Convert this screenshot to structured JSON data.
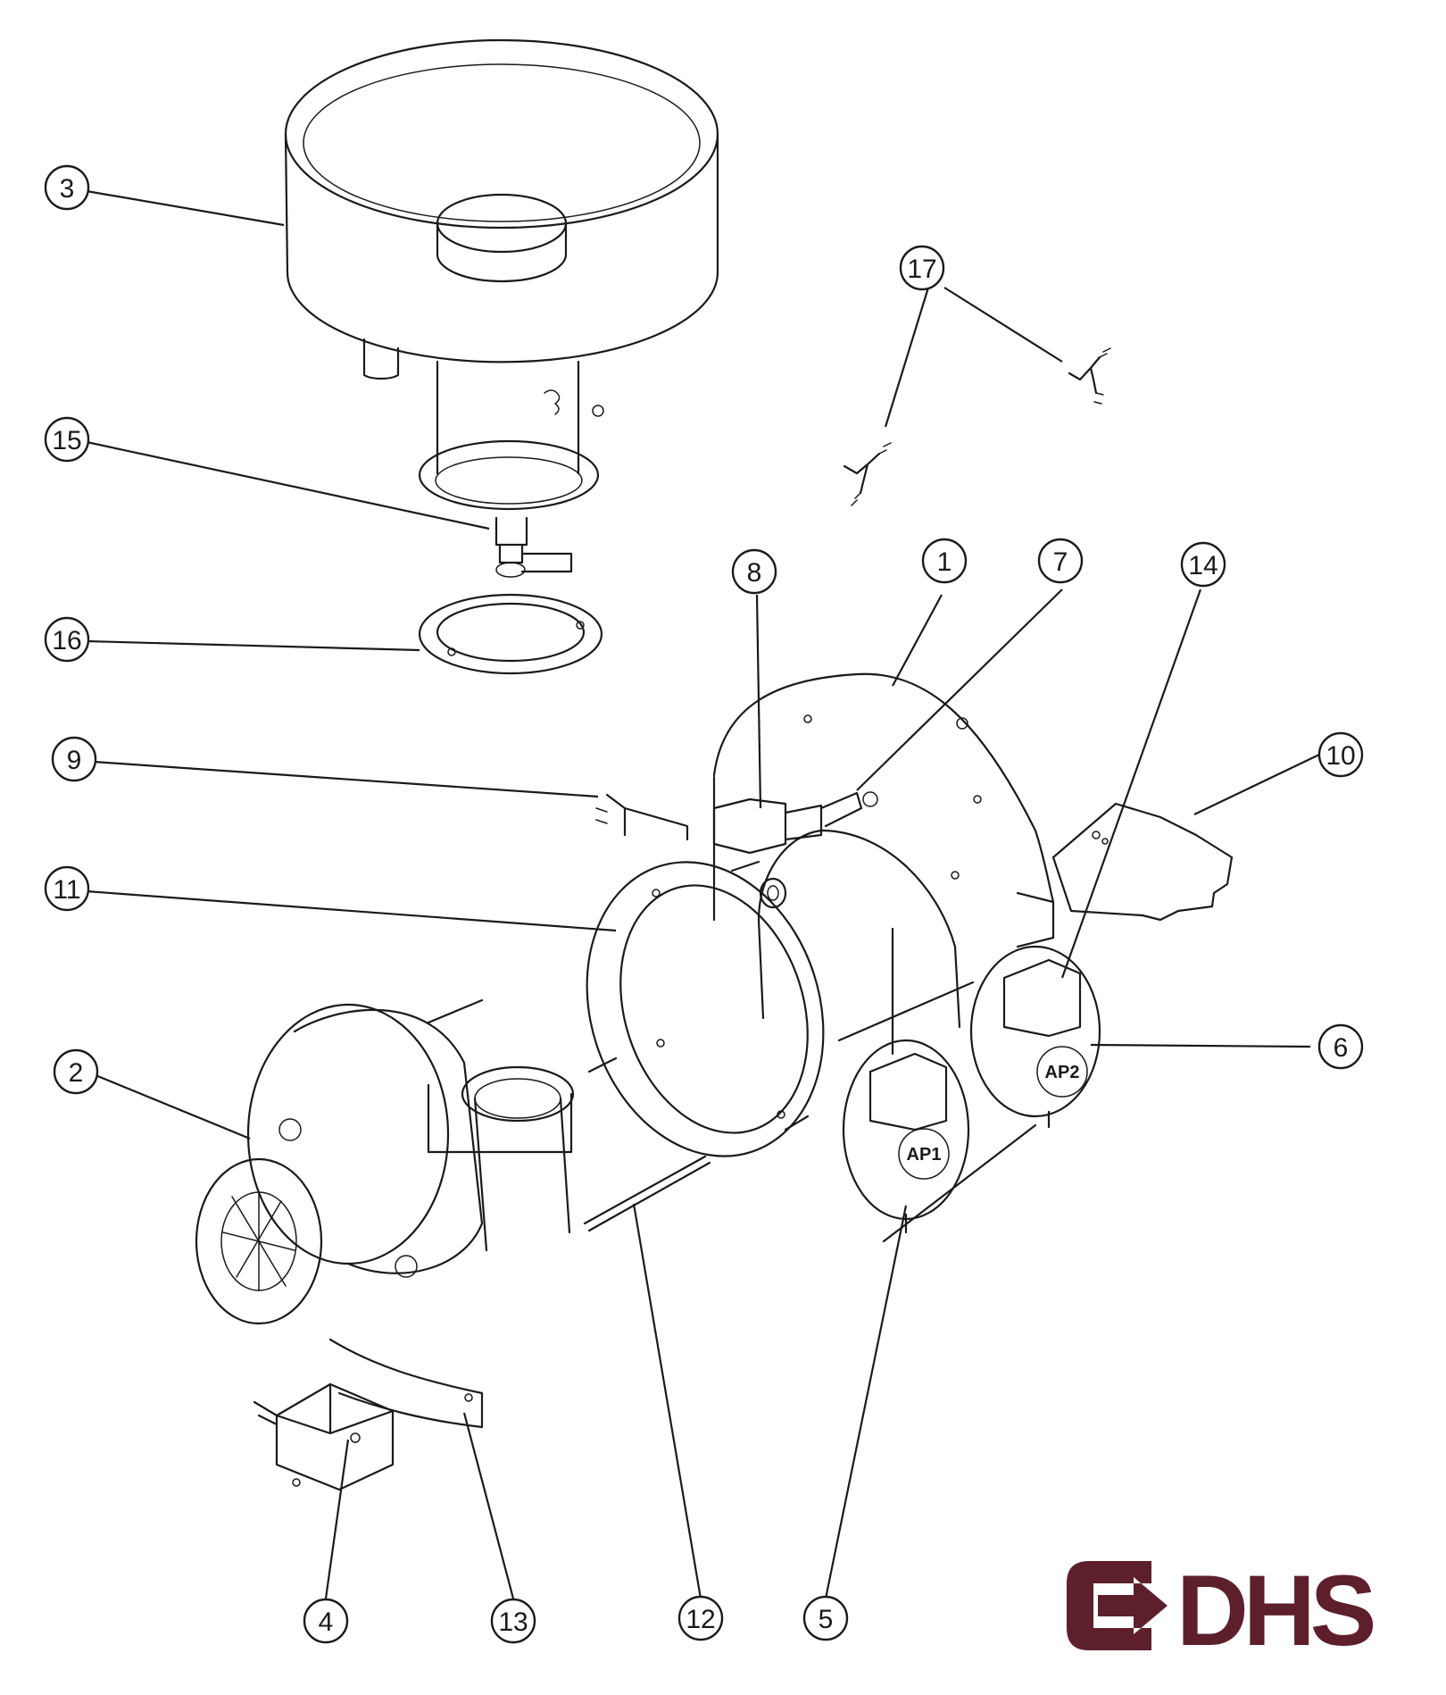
{
  "callouts": [
    {
      "label": "1"
    },
    {
      "label": "2"
    },
    {
      "label": "3"
    },
    {
      "label": "4"
    },
    {
      "label": "5"
    },
    {
      "label": "6"
    },
    {
      "label": "7"
    },
    {
      "label": "8"
    },
    {
      "label": "9"
    },
    {
      "label": "10"
    },
    {
      "label": "11"
    },
    {
      "label": "12"
    },
    {
      "label": "13"
    },
    {
      "label": "14"
    },
    {
      "label": "15"
    },
    {
      "label": "16"
    },
    {
      "label": "17"
    }
  ],
  "switch_labels": {
    "ap1": "AP1",
    "ap2": "AP2"
  },
  "logo": {
    "text": "DHS",
    "color": "#5e1f2c"
  },
  "line_color": "#1a1a1a"
}
